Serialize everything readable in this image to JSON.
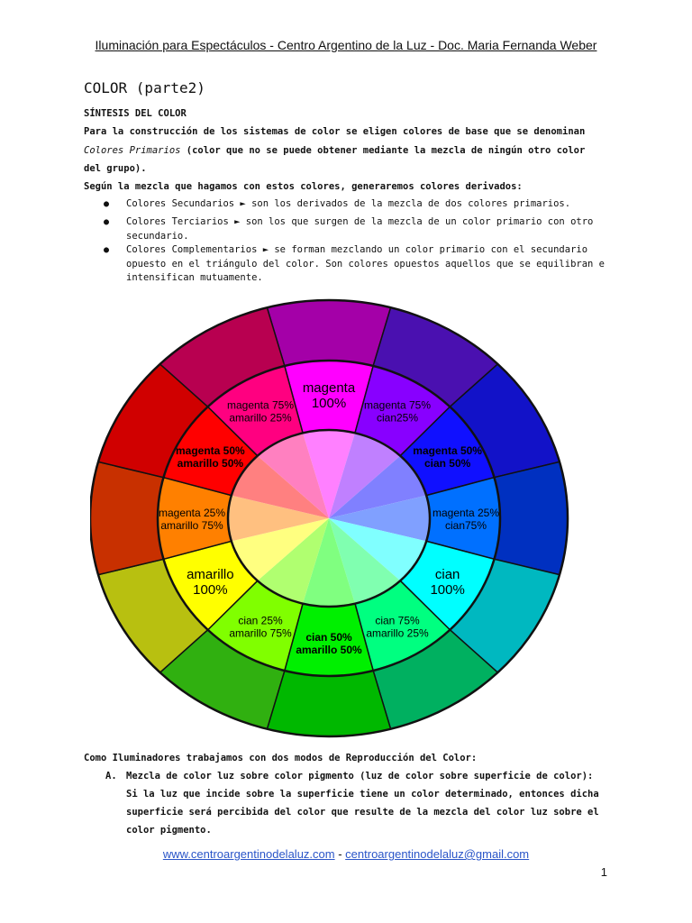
{
  "header": "Iluminación para Espectáculos - Centro Argentino de la Luz - Doc. Maria Fernanda Weber",
  "title": "COLOR (parte2)",
  "section_heading": "SÍNTESIS DEL COLOR",
  "para1": {
    "line1": "Para la construcción de los sistemas de color se eligen colores de base que se denominan",
    "line2_italic": "Colores Primarios",
    "line2_rest": " (color que no se puede obtener mediante la mezcla de ningún otro color",
    "line3": "del grupo)."
  },
  "para2": "Según la mezcla que hagamos con estos colores, generaremos colores derivados:",
  "bullets": [
    {
      "text": "Colores Secundarios ► son los derivados de la mezcla de dos colores primarios."
    },
    {
      "text": "Colores Terciarios ► son los que surgen de la mezcla de un color primario con otro secundario."
    },
    {
      "text": "Colores Complementarios ► se forman mezclando un color primario con el secundario opuesto en el triángulo del color. Son colores opuestos aquellos que se equilibran e intensifican mutuamente."
    }
  ],
  "wheel": {
    "labels": [
      {
        "l1": "magenta",
        "l2": "100%"
      },
      {
        "l1": "magenta 75%",
        "l2": "cian25%"
      },
      {
        "l1": "magenta 50%",
        "l2": "cian 50%"
      },
      {
        "l1": "magenta 25%",
        "l2": "cian75%"
      },
      {
        "l1": "cian",
        "l2": "100%"
      },
      {
        "l1": "cian 75%",
        "l2": "amarillo 25%"
      },
      {
        "l1": "cian 50%",
        "l2": "amarillo 50%"
      },
      {
        "l1": "cian 25%",
        "l2": "amarillo 75%"
      },
      {
        "l1": "amarillo",
        "l2": "100%"
      },
      {
        "l1": "magenta 25%",
        "l2": "amarillo 75%"
      },
      {
        "l1": "magenta 50%",
        "l2": "amarillo 50%"
      },
      {
        "l1": "magenta 75%",
        "l2": "amarillo 25%"
      }
    ],
    "outer_colors": [
      "#a400a8",
      "#4a10b0",
      "#1212c8",
      "#0030c0",
      "#00b8c0",
      "#00b060",
      "#00b800",
      "#30b010",
      "#b8c010",
      "#c83000",
      "#d00000",
      "#b80050"
    ],
    "mid_colors": [
      "#ff00ff",
      "#8800ff",
      "#1010ff",
      "#0070ff",
      "#00ffff",
      "#00ff80",
      "#00f000",
      "#80ff00",
      "#ffff00",
      "#ff8000",
      "#ff0000",
      "#ff0080"
    ],
    "inner_colors": [
      "#ff80ff",
      "#c080ff",
      "#8080ff",
      "#80a0ff",
      "#80ffff",
      "#80ffb0",
      "#80ff80",
      "#b0ff70",
      "#ffff80",
      "#ffc080",
      "#ff8080",
      "#ff80c0"
    ]
  },
  "para3": "Como Iluminadores trabajamos con dos modos de Reproducción del Color:",
  "list_a": {
    "marker": "A.",
    "line1": "Mezcla de color luz sobre color pigmento (luz de color sobre superficie de color):",
    "line2": "Si la luz que incide sobre la superficie tiene un color determinado, entonces dicha",
    "line3": "superficie será percibida del color que resulte de la mezcla del color luz sobre el",
    "line4": "color pigmento."
  },
  "footer": {
    "link1": "www.centroargentinodelaluz.com",
    "sep": " - ",
    "link2": "centroargentinodelaluz@gmail.com"
  },
  "page_number": "1"
}
